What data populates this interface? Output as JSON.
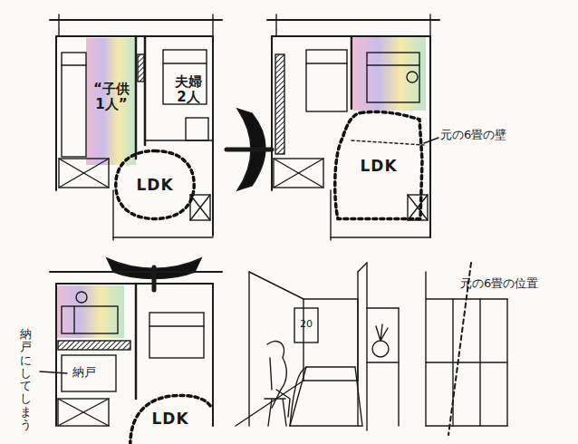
{
  "diagram": {
    "nodes": [
      {
        "text": [
          "LDK"
        ]
      },
      {
        "text": [
          "LDK"
        ]
      },
      {
        "text": [
          "LDK"
        ]
      }
    ],
    "labels": [
      "“子供 1人”",
      "夫婦 2人",
      "元の6畳の壁",
      "納戸",
      "納戸にしてしまう",
      "20",
      "元の6畳の位置"
    ]
  }
}
